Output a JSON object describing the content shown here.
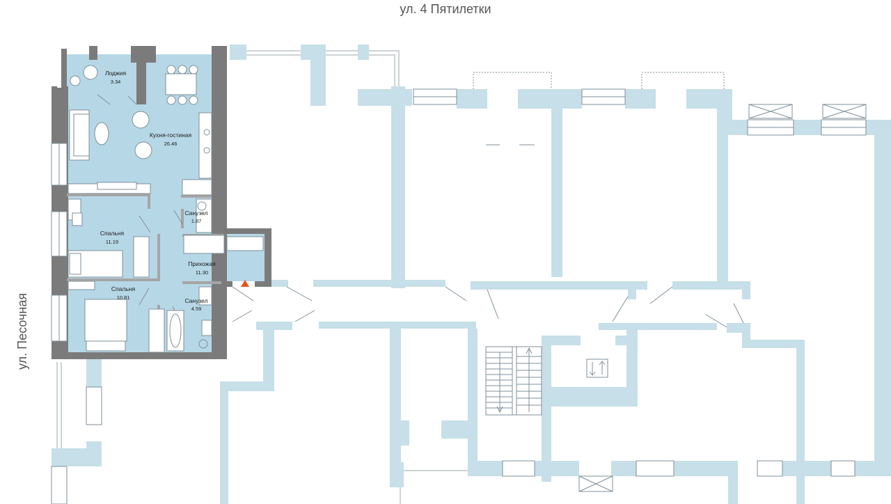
{
  "streets": {
    "top": "ул. 4 Пятилетки",
    "left": "ул. Песочная"
  },
  "colors": {
    "apartment_fill": "#b6d7e6",
    "apartment_wall": "#7b7b7b",
    "other_walls": "#c6dfe8",
    "entrance_marker": "#e8541c"
  },
  "rooms": [
    {
      "name": "Лоджия",
      "area": "3.34"
    },
    {
      "name": "Кухня-гостиная",
      "area": "26.46"
    },
    {
      "name": "Санузел",
      "area": "1.87"
    },
    {
      "name": "Спальня",
      "area": "11.19"
    },
    {
      "name": "Прихожая",
      "area": "11.30"
    },
    {
      "name": "Спальня",
      "area": "10.81"
    },
    {
      "name": "Санузел",
      "area": "4.59"
    }
  ],
  "icons": {
    "entrance": "entrance-arrow-icon",
    "elevator": "elevator-icon",
    "stairs": "stairs-icon",
    "vent": "vent-shaft-icon"
  }
}
